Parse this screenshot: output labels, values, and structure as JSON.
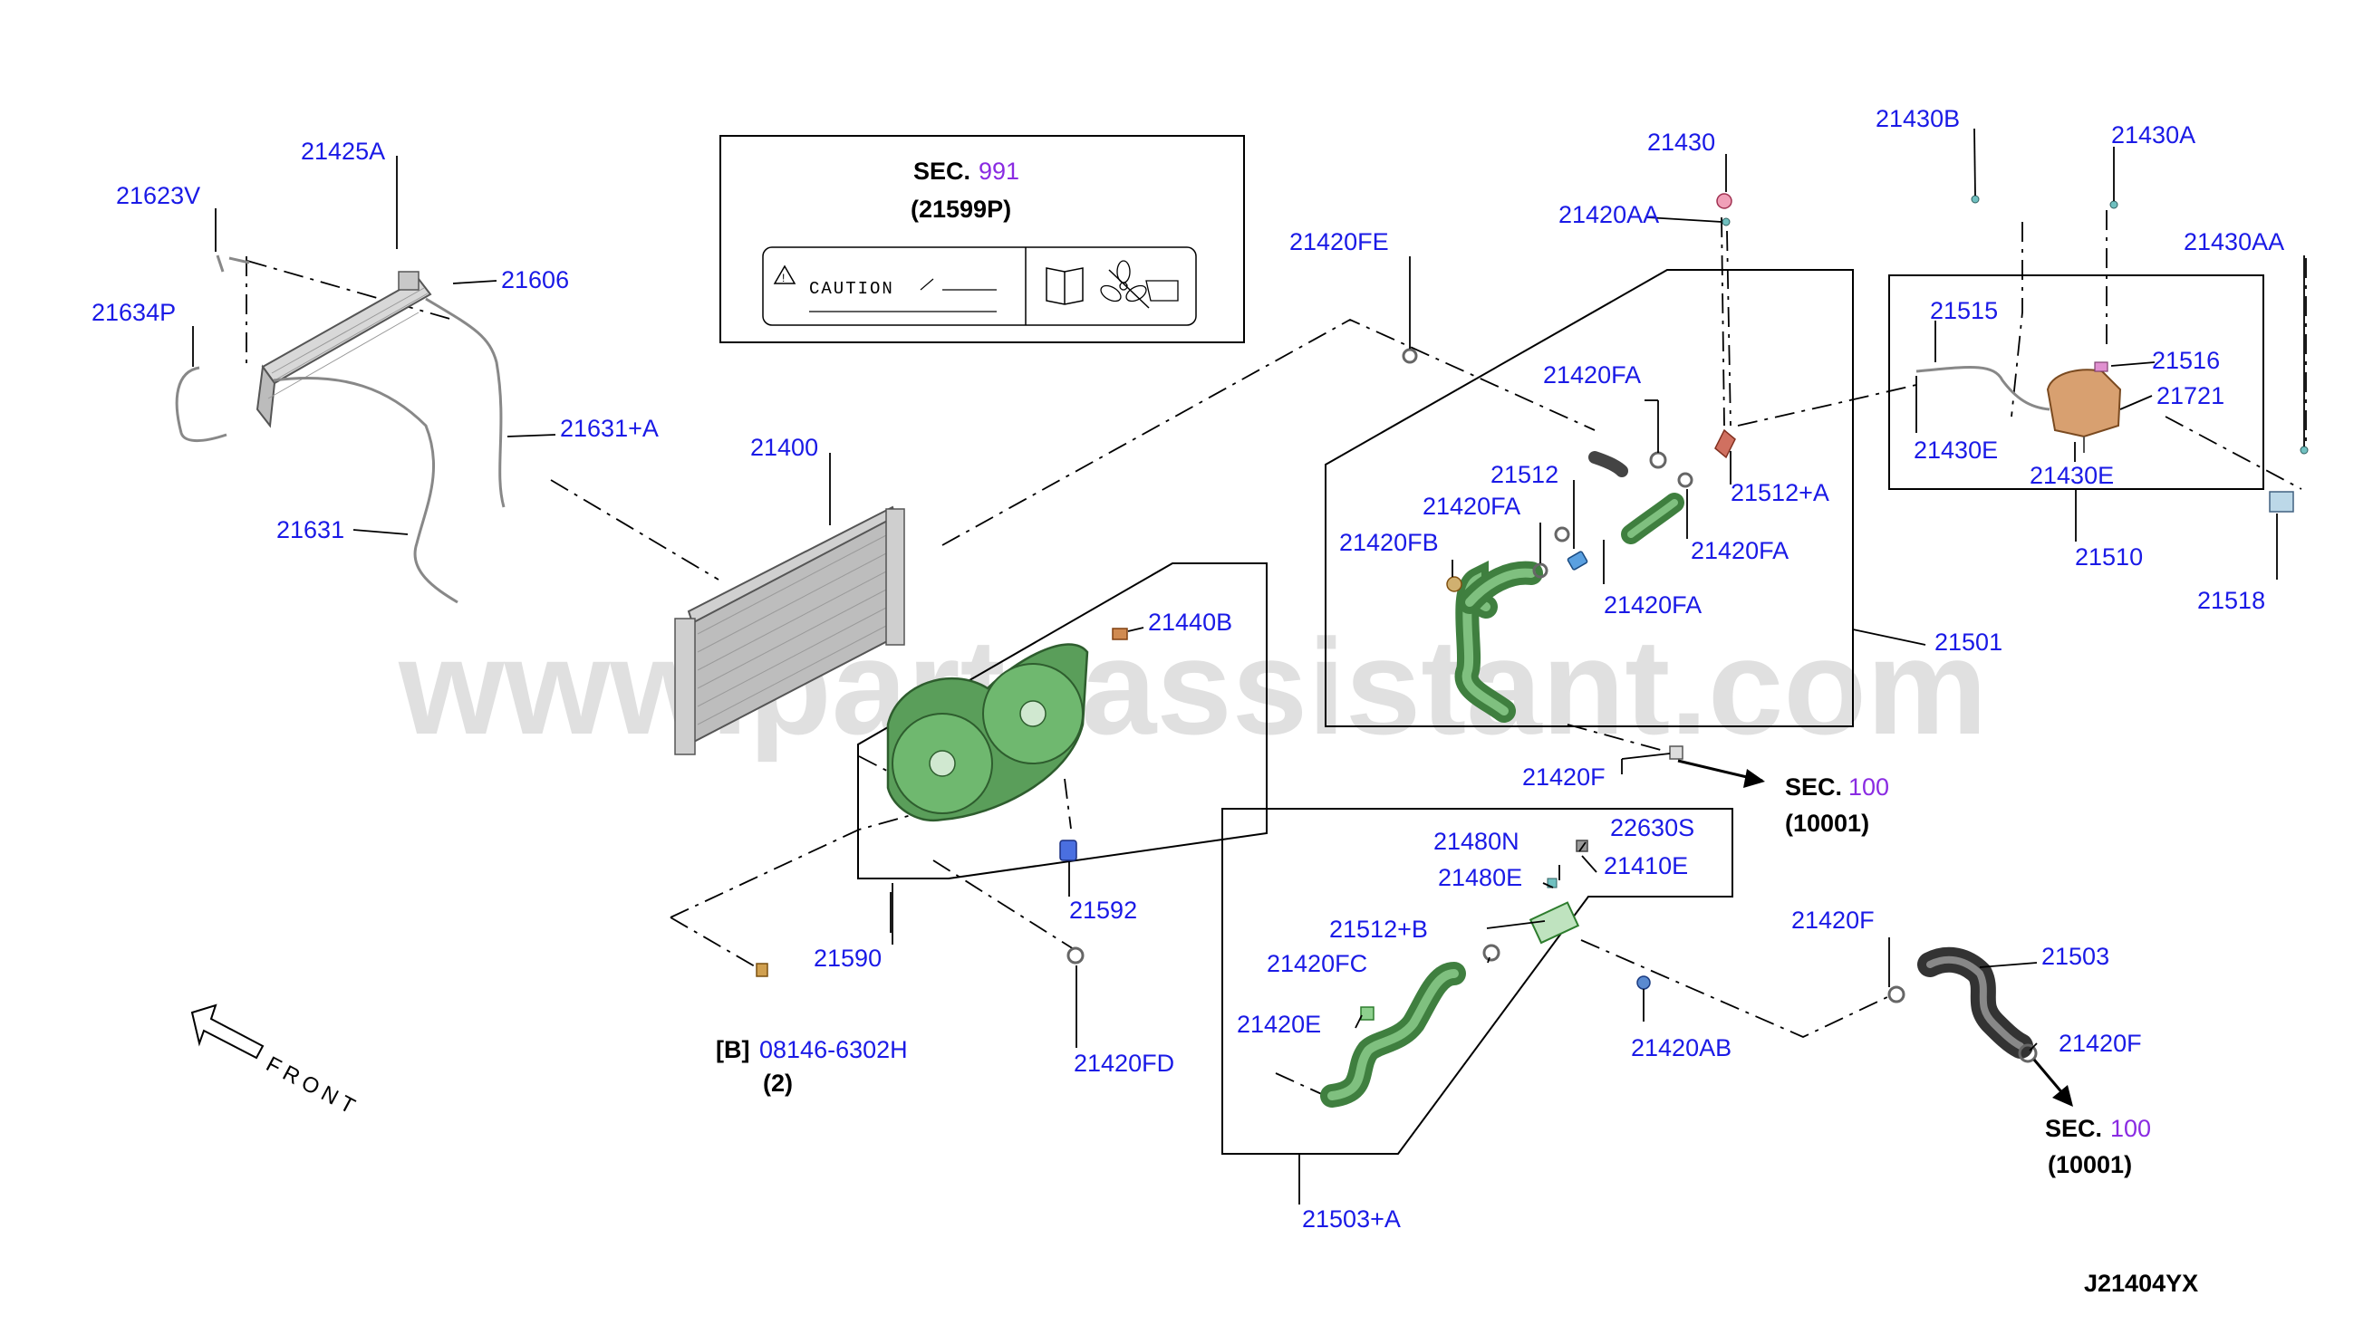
{
  "watermark": "www.partsassistant.com",
  "diagram_code": "J21404YX",
  "front_label": "FRONT",
  "sec_box": {
    "sec_prefix": "SEC.",
    "sec_number": "991",
    "part_ref": "(21599P)",
    "caution_text": "CAUTION"
  },
  "sec_refs": [
    {
      "prefix": "SEC.",
      "number": "100",
      "ref": "(10001)"
    },
    {
      "prefix": "SEC.",
      "number": "100",
      "ref": "(10001)"
    }
  ],
  "bolt_note": {
    "bracket": "[B]",
    "part": "08146-6302H",
    "qty": "(2)"
  },
  "labels": {
    "p21425A": "21425A",
    "p21623V": "21623V",
    "p21606": "21606",
    "p21634P": "21634P",
    "p21631A": "21631+A",
    "p21631": "21631",
    "p21400": "21400",
    "p21440B": "21440B",
    "p21590": "21590",
    "p21592": "21592",
    "p21420FD": "21420FD",
    "p21420FE": "21420FE",
    "p21430": "21430",
    "p21420AA": "21420AA",
    "p21420FA_1": "21420FA",
    "p21512": "21512",
    "p21420FA_2": "21420FA",
    "p21420FB": "21420FB",
    "p21512A": "21512+A",
    "p21420FA_3": "21420FA",
    "p21420FA_4": "21420FA",
    "p21501": "21501",
    "p21420F_1": "21420F",
    "p21430B": "21430B",
    "p21430A": "21430A",
    "p21430AA": "21430AA",
    "p21515": "21515",
    "p21516": "21516",
    "p21721": "21721",
    "p21430E_1": "21430E",
    "p21430E_2": "21430E",
    "p21510": "21510",
    "p21518": "21518",
    "p21480N": "21480N",
    "p22630S": "22630S",
    "p21480E": "21480E",
    "p21410E": "21410E",
    "p21512B": "21512+B",
    "p21420FC": "21420FC",
    "p21420E": "21420E",
    "p21420AB": "21420AB",
    "p21503A": "21503+A",
    "p21420F_2": "21420F",
    "p21503": "21503",
    "p21420F_3": "21420F"
  }
}
